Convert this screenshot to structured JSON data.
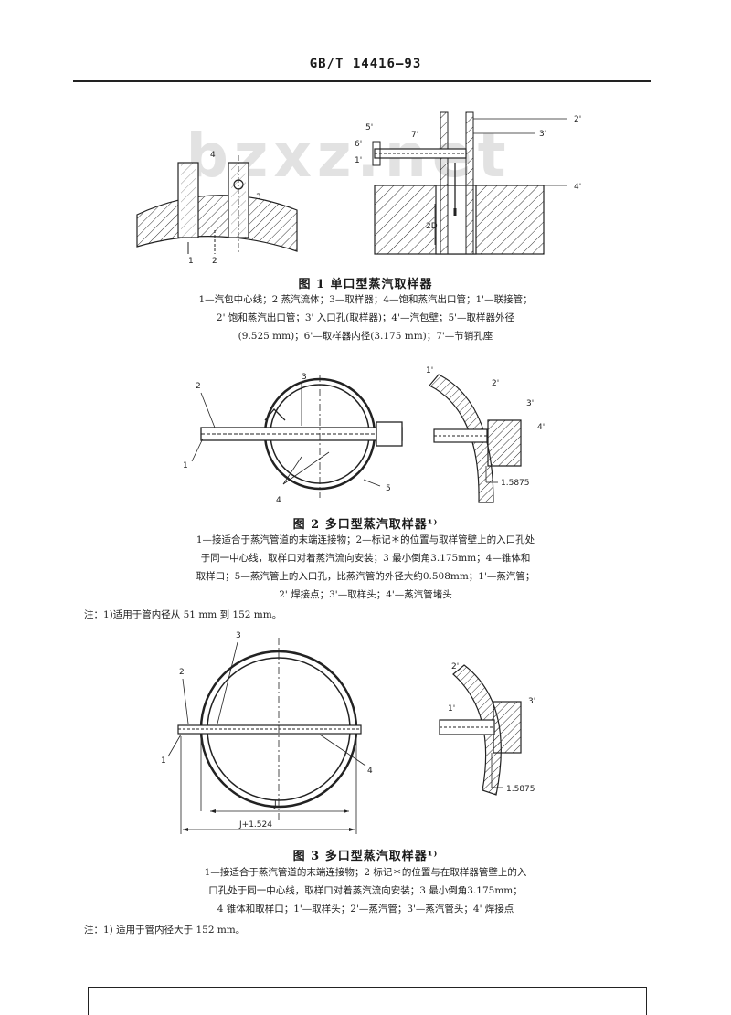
{
  "header": {
    "code": "GB/T 14416—93"
  },
  "watermark": "bzxz.net",
  "figure1": {
    "caption": "图 1  单口型蒸汽取样器",
    "labels_left": [
      "1",
      "2",
      "3",
      "4"
    ],
    "labels_right": [
      "2'",
      "3'",
      "4'",
      "5'",
      "6'",
      "7'",
      "1'",
      "2D"
    ],
    "legend": [
      "1—汽包中心线；2  蒸汽流体；3—取样器；4—饱和蒸汽出口管；1'—联接管；",
      "2' 饱和蒸汽出口管；3'  入口孔(取样器)；4'—汽包壁；5'—取样器外径",
      "(9.525 mm)；6'—取样器内径(3.175 mm)；7'—节销孔座"
    ]
  },
  "figure2": {
    "caption": "图 2  多口型蒸汽取样器¹⁾",
    "labels_left": [
      "1",
      "2",
      "3",
      "4",
      "5"
    ],
    "labels_right": [
      "1'",
      "2'",
      "3'",
      "4'",
      "1.5875"
    ],
    "legend": [
      "1—接适合于蒸汽管道的末端连接物；2—标记＊的位置与取样管壁上的入口孔处",
      "于同一中心线，取样口对着蒸汽流向安装；3  最小倒角3.175mm；4—锥体和",
      "取样口；5—蒸汽管上的入口孔，比蒸汽管的外径大约0.508mm；1'—蒸汽管；",
      "2'  焊接点；3'—取样头；4'—蒸汽管堵头"
    ],
    "note": "注：1)适用于管内径从 51 mm 到 152 mm。"
  },
  "figure3": {
    "caption": "图 3  多口型蒸汽取样器¹⁾",
    "labels_left": [
      "1",
      "2",
      "3",
      "4",
      "J",
      "J+1.524"
    ],
    "labels_right": [
      "1'",
      "2'",
      "3'",
      "1.5875"
    ],
    "legend": [
      "1—接适合于蒸汽管道的末端连接物；2  标记＊的位置与在取样器管壁上的入",
      "口孔处于同一中心线，取样口对着蒸汽流向安装；3  最小倒角3.175mm；",
      "4  锥体和取样口；1'—取样头；2'—蒸汽管；3'—蒸汽管头；4'  焊接点"
    ],
    "note": "注：1) 适用于管内径大于 152 mm。"
  }
}
